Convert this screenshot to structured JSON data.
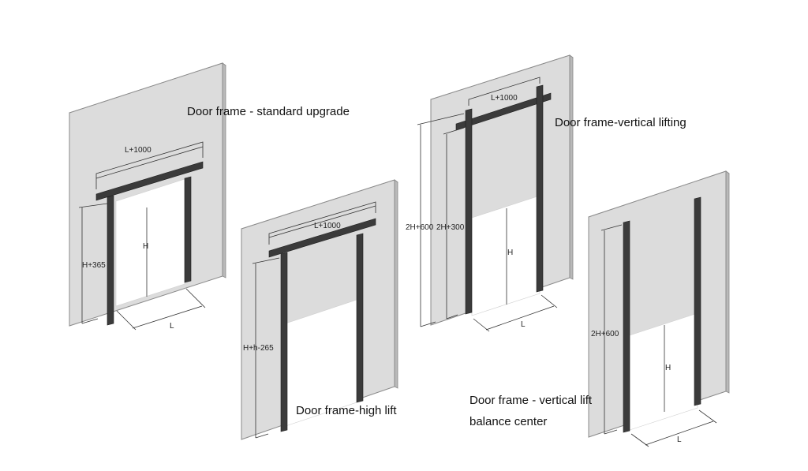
{
  "diagrams": [
    {
      "title": "Door frame - standard upgrade",
      "dims": {
        "width": "L+1000",
        "height": "H",
        "side": "H+365",
        "bottom": "L"
      }
    },
    {
      "title": "Door frame-high lift",
      "dims": {
        "width": "L+1000",
        "side": "H+h-265"
      }
    },
    {
      "title": "Door frame-vertical lifting",
      "dims": {
        "width": "L+1000",
        "outer": "2H+600",
        "inner": "2H+300",
        "height": "H",
        "bottom": "L"
      }
    },
    {
      "title_line1": "Door frame - vertical lift",
      "title_line2": "balance center",
      "dims": {
        "side": "2H+600",
        "height": "H",
        "bottom": "L"
      }
    }
  ]
}
